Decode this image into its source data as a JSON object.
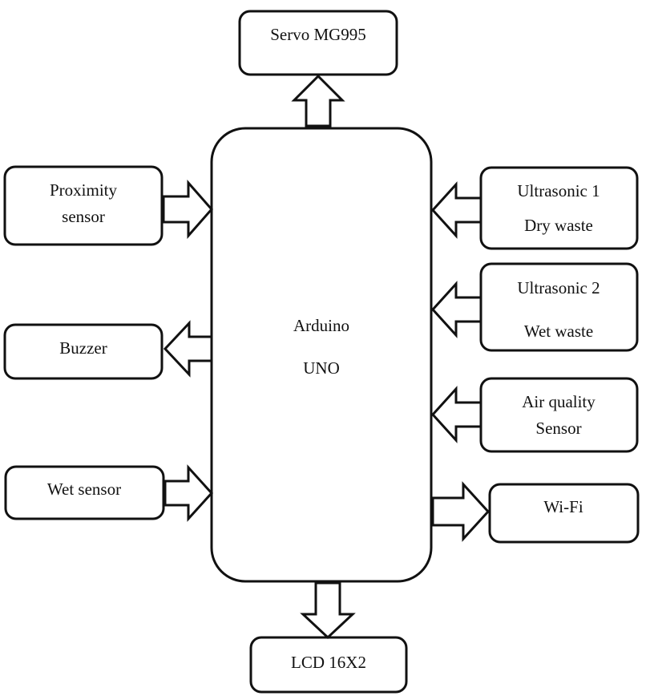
{
  "center": {
    "line1": "Arduino",
    "line2": "UNO"
  },
  "servo": {
    "label": "Servo MG995"
  },
  "proximity": {
    "line1": "Proximity",
    "line2": "sensor"
  },
  "buzzer": {
    "label": "Buzzer"
  },
  "wet_sensor": {
    "label": "Wet sensor"
  },
  "ultrasonic1": {
    "line1": "Ultrasonic 1",
    "line2": "Dry waste"
  },
  "ultrasonic2": {
    "line1": "Ultrasonic 2",
    "line2": "Wet waste"
  },
  "air_quality": {
    "line1": "Air quality",
    "line2": "Sensor"
  },
  "wifi": {
    "label": "Wi-Fi"
  },
  "lcd": {
    "label": "LCD 16X2"
  }
}
